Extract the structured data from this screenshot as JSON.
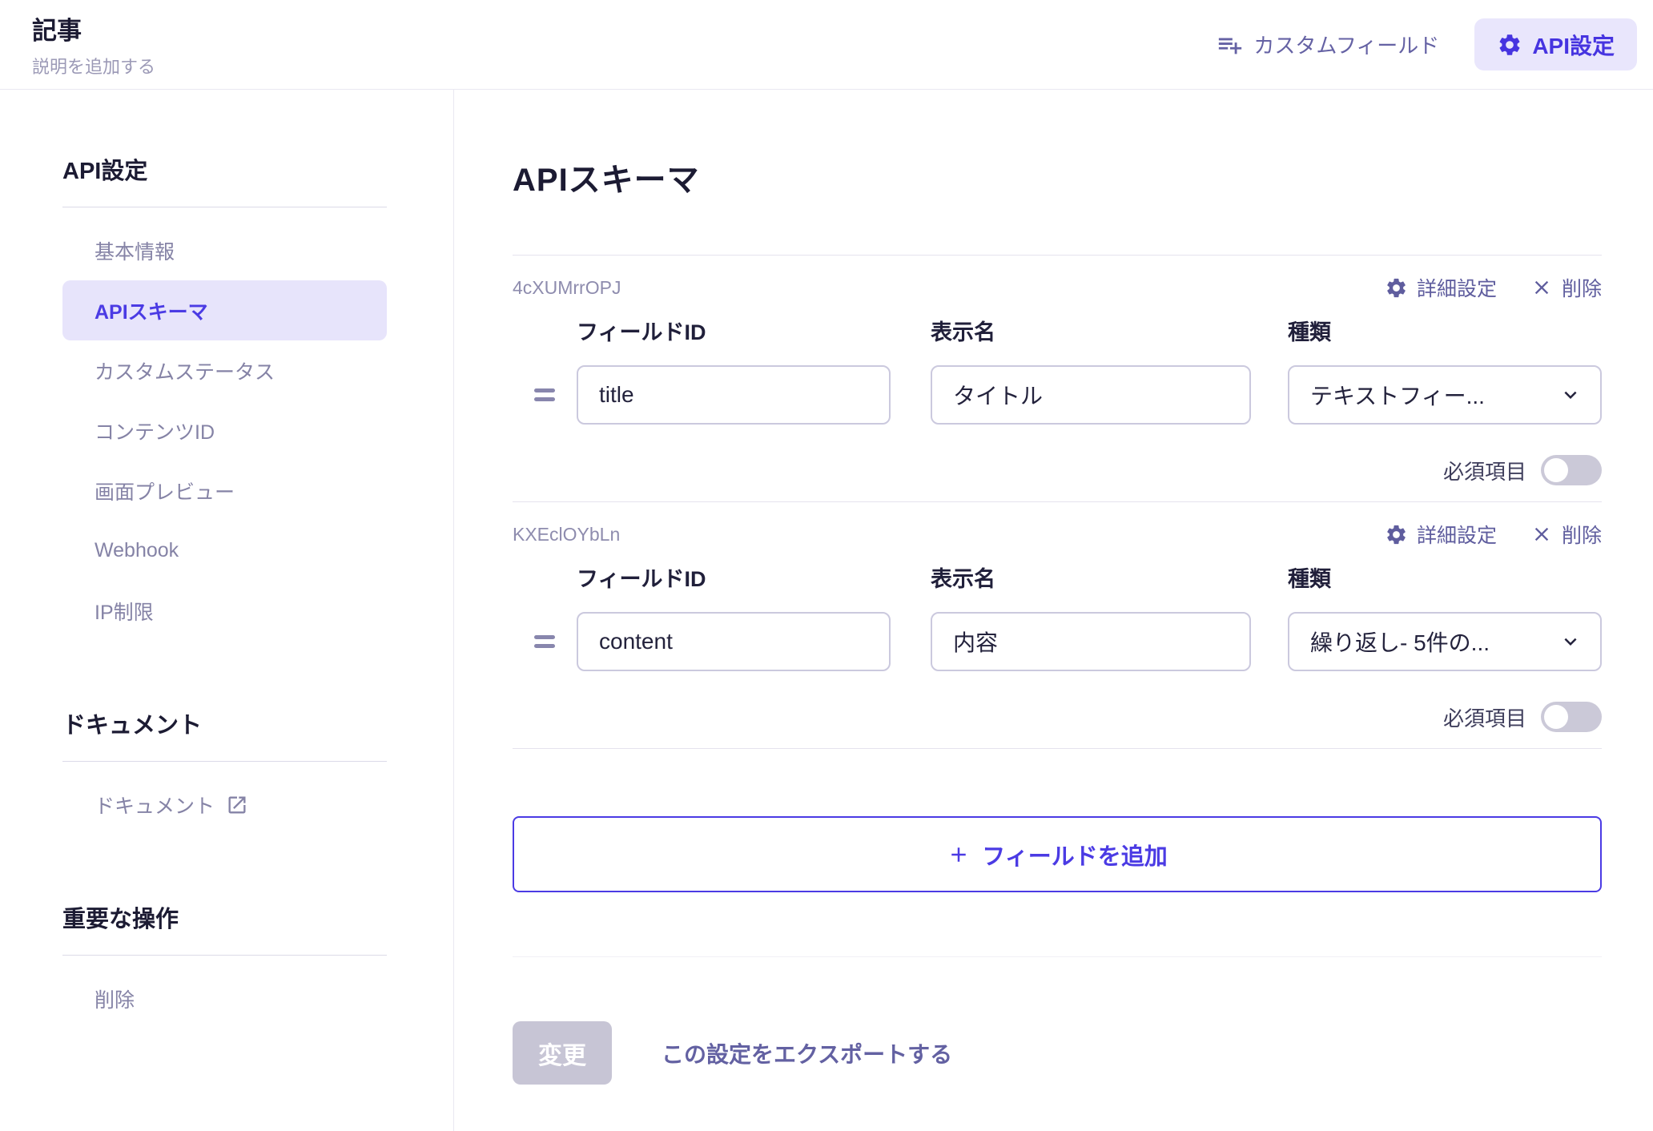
{
  "header": {
    "title": "記事",
    "subtitle": "説明を追加する",
    "actions": {
      "custom_field": "カスタムフィールド",
      "api_settings": "API設定"
    }
  },
  "sidebar": {
    "sections": [
      {
        "heading": "API設定",
        "items": [
          {
            "label": "基本情報"
          },
          {
            "label": "APIスキーマ",
            "selected": true
          },
          {
            "label": "カスタムステータス"
          },
          {
            "label": "コンテンツID"
          },
          {
            "label": "画面プレビュー"
          },
          {
            "label": "Webhook"
          },
          {
            "label": "IP制限"
          }
        ]
      },
      {
        "heading": "ドキュメント",
        "items": [
          {
            "label": "ドキュメント",
            "external": true
          }
        ]
      },
      {
        "heading": "重要な操作",
        "items": [
          {
            "label": "削除"
          }
        ]
      }
    ]
  },
  "main": {
    "title": "APIスキーマ",
    "column_labels": {
      "field_id": "フィールドID",
      "display_name": "表示名",
      "kind": "種類"
    },
    "action_labels": {
      "advanced": "詳細設定",
      "delete": "削除",
      "required": "必須項目"
    },
    "fields": [
      {
        "uid": "4cXUMrrOPJ",
        "field_id": "title",
        "display_name": "タイトル",
        "kind": "テキストフィー...",
        "required": false
      },
      {
        "uid": "KXEclOYbLn",
        "field_id": "content",
        "display_name": "内容",
        "kind": "繰り返し- 5件の...",
        "required": false
      }
    ],
    "add_field_label": "フィールドを追加",
    "save_label": "変更",
    "export_label": "この設定をエクスポートする"
  },
  "colors": {
    "accent": "#4B3BE4",
    "accent_bg": "#E9E6FC",
    "muted_purple": "#6361A2",
    "text_dark": "#1C1B33",
    "input_border": "#CBC9DE",
    "selected_item_bg": "#E7E4FB",
    "toggle_off_track": "#CBC9D8",
    "disabled_button_bg": "#C7C5D5"
  }
}
